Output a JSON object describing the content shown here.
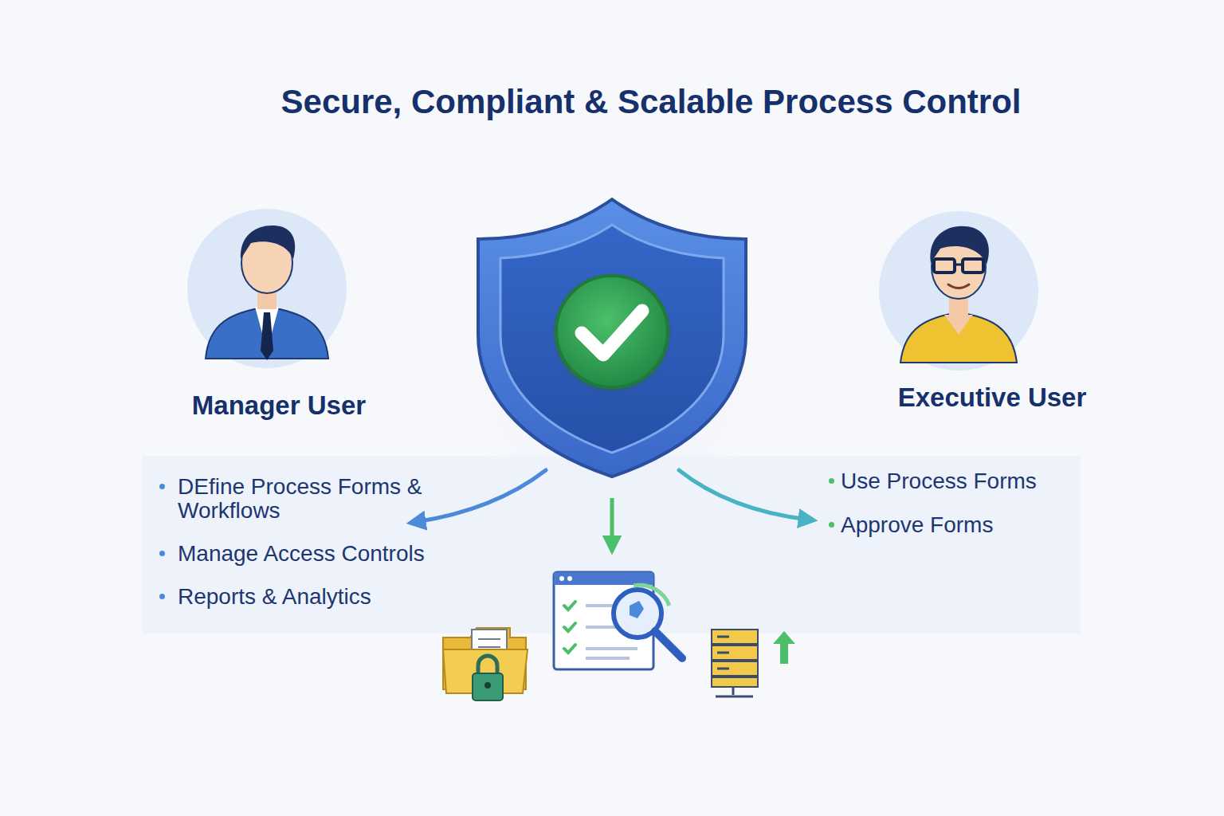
{
  "diagram": {
    "title": "Secure, Compliant & Scalable Process Control",
    "nodes": [
      {
        "text": [
          "Manager User"
        ]
      },
      {
        "text": [
          "DEfine Process Forms & Workflows",
          "Manage Access Controls",
          "Reports & Analytics"
        ]
      },
      {
        "text": [
          "Executive User"
        ]
      },
      {
        "text": [
          "Use Process Forms",
          "Approve Forms"
        ]
      }
    ]
  }
}
